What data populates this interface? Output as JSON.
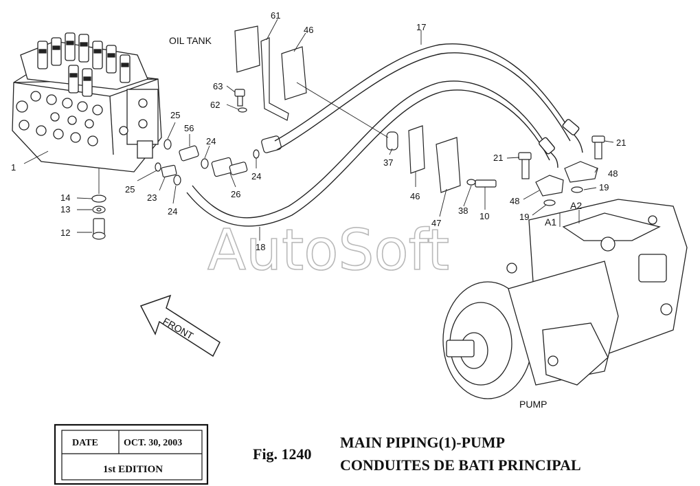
{
  "callouts": {
    "c1": "1",
    "c10": "10",
    "c12": "12",
    "c13": "13",
    "c14": "14",
    "c17": "17",
    "c18": "18",
    "c19a": "19",
    "c19b": "19",
    "c21a": "21",
    "c21b": "21",
    "c23": "23",
    "c24a": "24",
    "c24b": "24",
    "c24c": "24",
    "c25a": "25",
    "c25b": "25",
    "c26": "26",
    "c37": "37",
    "c38": "38",
    "c46a": "46",
    "c46b": "46",
    "c47": "47",
    "c48a": "48",
    "c48b": "48",
    "c56": "56",
    "c61": "61",
    "c62": "62",
    "c63": "63"
  },
  "labels": {
    "oil_tank": "OIL TANK",
    "pump": "PUMP",
    "a1": "A1",
    "a2": "A2",
    "front": "FRONT"
  },
  "watermark": "AutoSoft",
  "title_block": {
    "date_label": "DATE",
    "date_value": "OCT. 30, 2003",
    "edition": "1st EDITION"
  },
  "figure": {
    "number": "Fig. 1240",
    "title_en": "MAIN PIPING(1)-PUMP",
    "title_fr": "CONDUITES DE BATI PRINCIPAL"
  }
}
